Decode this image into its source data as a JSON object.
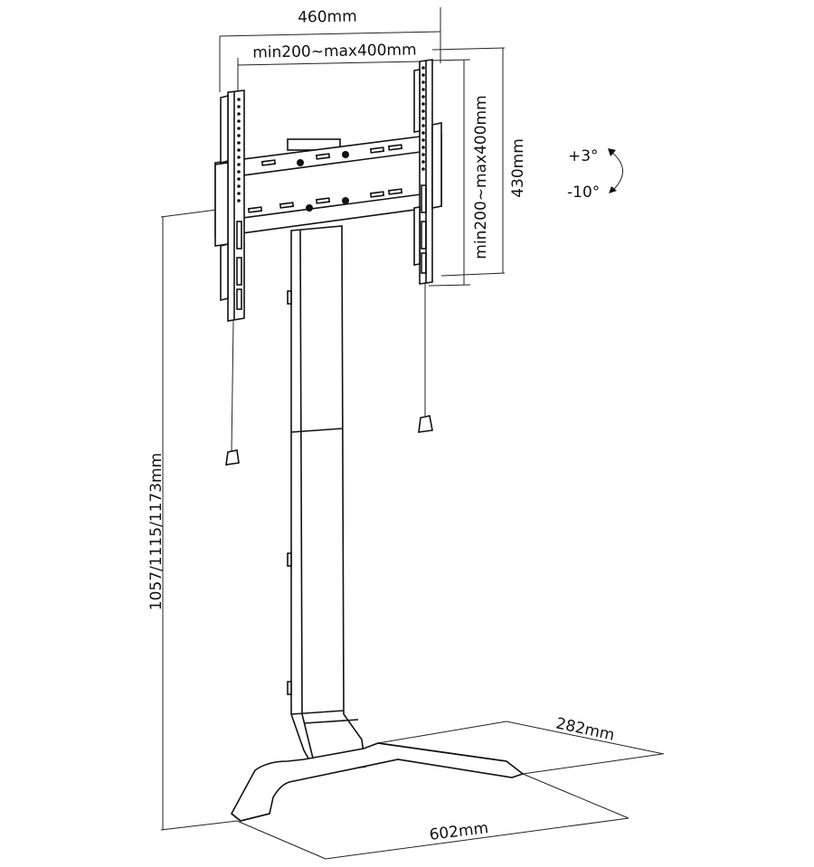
{
  "dimensions": {
    "bracket_width": "460mm",
    "vesa_horizontal": "min200~max400mm",
    "vesa_vertical": "min200~max400mm",
    "bracket_height": "430mm",
    "overall_height": "1057/1115/1173mm",
    "base_depth": "282mm",
    "base_width": "602mm"
  },
  "tilt": {
    "up": "+3°",
    "down": "-10°"
  }
}
